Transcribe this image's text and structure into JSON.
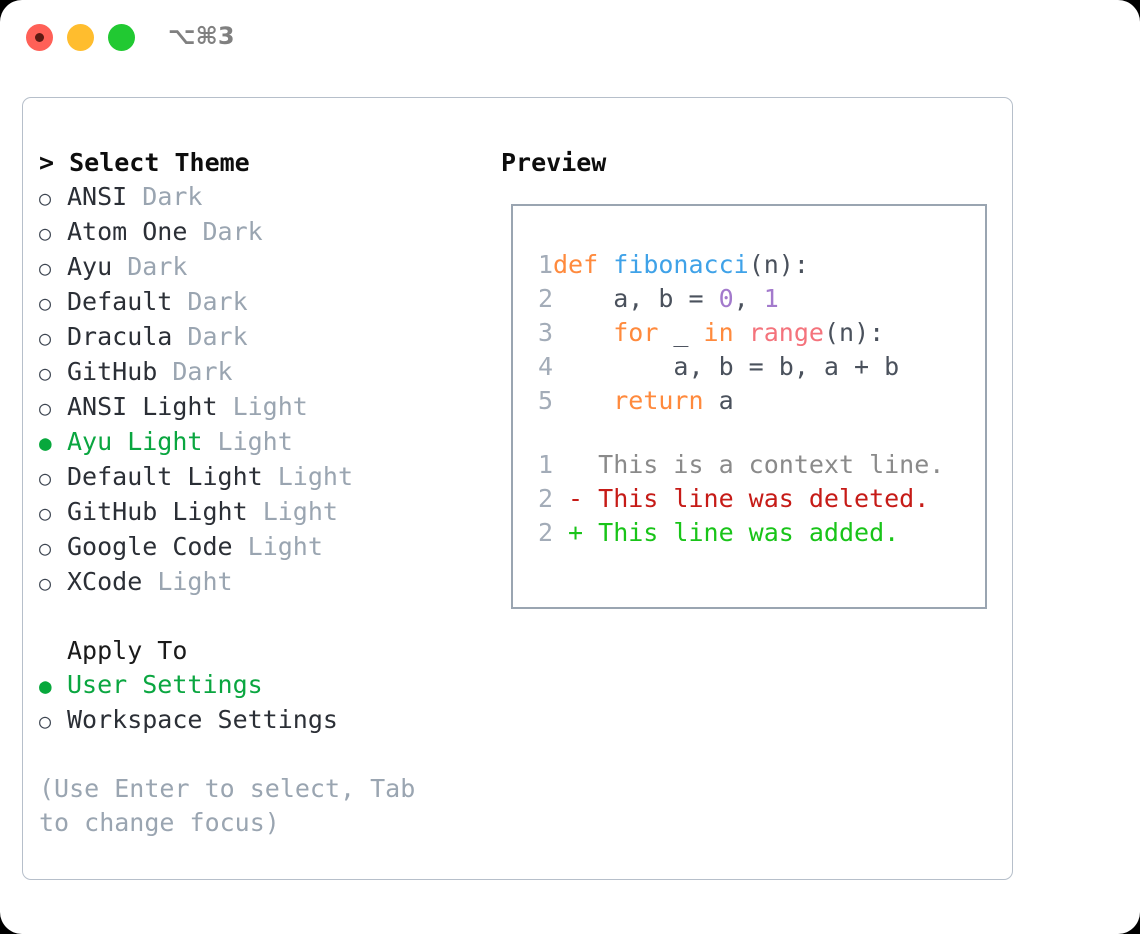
{
  "titlebar": {
    "shortcut": "⌥⌘3",
    "buttons": [
      {
        "name": "close",
        "color": "#ff6057"
      },
      {
        "name": "minimize",
        "color": "#ffbd2e"
      },
      {
        "name": "maximize",
        "color": "#21c932"
      }
    ]
  },
  "theme_picker": {
    "header": "> Select Theme",
    "options": [
      {
        "label": "ANSI",
        "variant": "Dark",
        "selected": false,
        "marker": "○"
      },
      {
        "label": "Atom One",
        "variant": "Dark",
        "selected": false,
        "marker": "○"
      },
      {
        "label": "Ayu",
        "variant": "Dark",
        "selected": false,
        "marker": "○"
      },
      {
        "label": "Default",
        "variant": "Dark",
        "selected": false,
        "marker": "○"
      },
      {
        "label": "Dracula",
        "variant": "Dark",
        "selected": false,
        "marker": "○"
      },
      {
        "label": "GitHub",
        "variant": "Dark",
        "selected": false,
        "marker": "○"
      },
      {
        "label": "ANSI Light",
        "variant": "Light",
        "selected": false,
        "marker": "○"
      },
      {
        "label": "Ayu Light",
        "variant": "Light",
        "selected": true,
        "marker": "●"
      },
      {
        "label": "Default Light",
        "variant": "Light",
        "selected": false,
        "marker": "○"
      },
      {
        "label": "GitHub Light",
        "variant": "Light",
        "selected": false,
        "marker": "○"
      },
      {
        "label": "Google Code",
        "variant": "Light",
        "selected": false,
        "marker": "○"
      },
      {
        "label": "XCode",
        "variant": "Light",
        "selected": false,
        "marker": "○"
      }
    ]
  },
  "apply_to": {
    "header": "Apply To",
    "options": [
      {
        "label": "User Settings",
        "selected": true,
        "marker": "●"
      },
      {
        "label": "Workspace Settings",
        "selected": false,
        "marker": "○"
      }
    ]
  },
  "hint": "(Use Enter to select, Tab to change focus)",
  "preview": {
    "title": "Preview",
    "code_lines": [
      {
        "num": "1",
        "tokens": [
          {
            "t": "def",
            "c": "k-kw"
          },
          {
            "t": " ",
            "c": "k-plain"
          },
          {
            "t": "fibonacci",
            "c": "k-fn"
          },
          {
            "t": "(n):",
            "c": "k-plain"
          }
        ]
      },
      {
        "num": "2",
        "tokens": [
          {
            "t": "    a, b = ",
            "c": "k-plain"
          },
          {
            "t": "0",
            "c": "k-num"
          },
          {
            "t": ", ",
            "c": "k-plain"
          },
          {
            "t": "1",
            "c": "k-num"
          }
        ]
      },
      {
        "num": "3",
        "tokens": [
          {
            "t": "    ",
            "c": "k-plain"
          },
          {
            "t": "for",
            "c": "k-kw"
          },
          {
            "t": " _ ",
            "c": "k-plain"
          },
          {
            "t": "in",
            "c": "k-kw"
          },
          {
            "t": " ",
            "c": "k-plain"
          },
          {
            "t": "range",
            "c": "k-built"
          },
          {
            "t": "(n):",
            "c": "k-plain"
          }
        ]
      },
      {
        "num": "4",
        "tokens": [
          {
            "t": "        a, b = b, a + b",
            "c": "k-plain"
          }
        ]
      },
      {
        "num": "5",
        "tokens": [
          {
            "t": "    ",
            "c": "k-plain"
          },
          {
            "t": "return",
            "c": "k-kw"
          },
          {
            "t": " a",
            "c": "k-plain"
          }
        ]
      }
    ],
    "diff_lines": [
      {
        "num": "1",
        "tokens": [
          {
            "t": "   This is a context line.",
            "c": "k-ctx"
          }
        ]
      },
      {
        "num": "2",
        "tokens": [
          {
            "t": " - This line was deleted.",
            "c": "k-del"
          }
        ]
      },
      {
        "num": "2",
        "tokens": [
          {
            "t": " + This line was added.",
            "c": "k-add"
          }
        ]
      }
    ]
  },
  "colors": {
    "accent_green": "#0aa640",
    "muted": "#9aa5b1",
    "border": "#b6bfca",
    "preview_border": "#9aa5b1",
    "keyword": "#ff8a3d",
    "function": "#3fa2e8",
    "number": "#a37acc",
    "builtin": "#f4737c",
    "plain": "#4a515c",
    "diff_context": "#8a8a8a",
    "diff_delete": "#c61b17",
    "diff_add": "#19c419"
  }
}
